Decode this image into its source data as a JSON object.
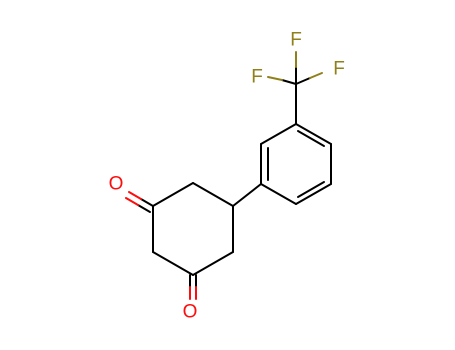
{
  "molecule": {
    "atoms": {
      "o_top": {
        "symbol": "O",
        "color": "#ff0d0d"
      },
      "o_bottom": {
        "symbol": "O",
        "color": "#ff0d0d"
      },
      "f_top": {
        "symbol": "F",
        "color": "#90801a"
      },
      "f_left": {
        "symbol": "F",
        "color": "#90801a"
      },
      "f_right": {
        "symbol": "F",
        "color": "#90801a"
      }
    },
    "bond_color": "#000000"
  }
}
